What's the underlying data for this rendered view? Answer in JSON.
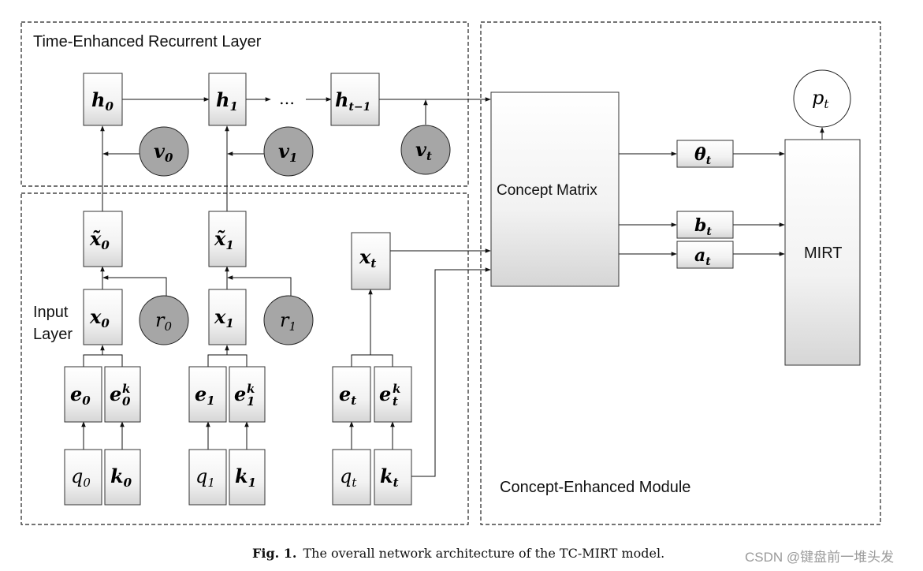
{
  "diagram": {
    "sections": {
      "recurrent_title": "Time-Enhanced Recurrent Layer",
      "input_title_line1": "Input",
      "input_title_line2": "Layer",
      "concept_module_title": "Concept-Enhanced Module"
    },
    "blocks": {
      "concept_matrix": "Concept Matrix",
      "mirt": "MIRT"
    },
    "hidden_states": [
      {
        "base": "h",
        "sub": "0"
      },
      {
        "base": "h",
        "sub": "1"
      },
      {
        "base": "h",
        "sub": "t−1"
      }
    ],
    "ellipsis": "…",
    "time_nodes": [
      {
        "base": "v",
        "sub": "0"
      },
      {
        "base": "v",
        "sub": "1"
      },
      {
        "base": "v",
        "sub": "t"
      }
    ],
    "response_nodes": [
      {
        "base": "r",
        "sub": "0"
      },
      {
        "base": "r",
        "sub": "1"
      }
    ],
    "tilde_nodes": [
      {
        "base": "x̃",
        "sub": "0"
      },
      {
        "base": "x̃",
        "sub": "1"
      }
    ],
    "x_nodes": [
      {
        "base": "x",
        "sub": "0"
      },
      {
        "base": "x",
        "sub": "1"
      },
      {
        "base": "x",
        "sub": "t"
      }
    ],
    "embeddings": [
      {
        "e": "e",
        "sub": "0",
        "ek": "e",
        "sup": "k",
        "eksub": "0"
      },
      {
        "e": "e",
        "sub": "1",
        "ek": "e",
        "sup": "k",
        "eksub": "1"
      },
      {
        "e": "e",
        "sub": "t",
        "ek": "e",
        "sup": "k",
        "eksub": "t"
      }
    ],
    "inputs_q": [
      {
        "base": "q",
        "sub": "0"
      },
      {
        "base": "q",
        "sub": "1"
      },
      {
        "base": "q",
        "sub": "t"
      }
    ],
    "inputs_k": [
      {
        "base": "k",
        "sub": "0"
      },
      {
        "base": "k",
        "sub": "1"
      },
      {
        "base": "k",
        "sub": "t"
      }
    ],
    "params": [
      {
        "base": "θ",
        "sub": "t"
      },
      {
        "base": "b",
        "sub": "t"
      },
      {
        "base": "a",
        "sub": "t"
      }
    ],
    "output": {
      "base": "p",
      "sub": "t"
    }
  },
  "caption": {
    "label": "Fig. 1.",
    "text": "The overall network architecture of the TC-MIRT model."
  },
  "watermark": "CSDN @键盘前一堆头发",
  "colors": {
    "box_gradient_top": "#ffffff",
    "box_gradient_bottom": "#d9d9d9",
    "node_grey": "#a6a6a6"
  }
}
